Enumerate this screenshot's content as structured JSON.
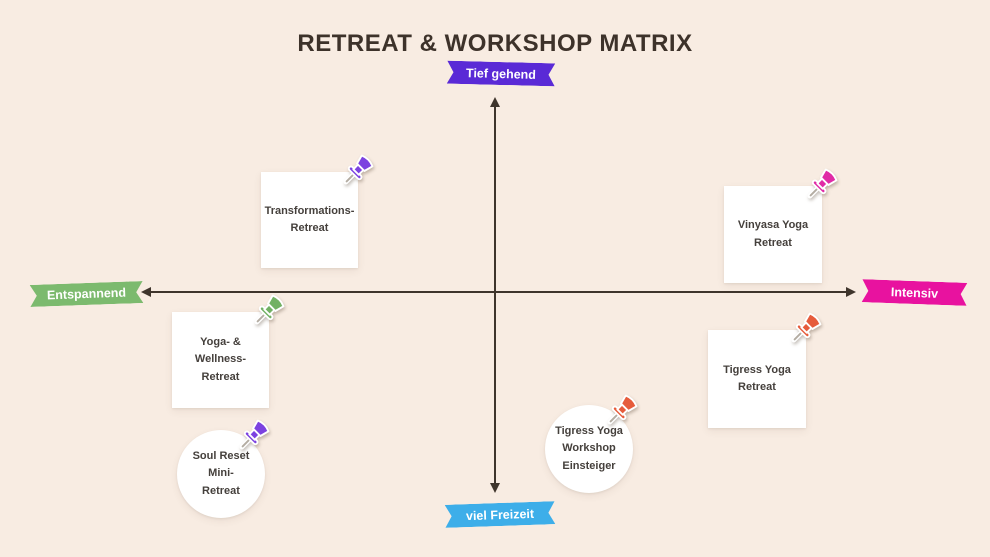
{
  "title": "RETREAT & WORKSHOP MATRIX",
  "background_color": "#f8ece2",
  "axes": {
    "line_color": "#3f352c",
    "top": {
      "label": "Tief gehend",
      "color": "#5a2ad6"
    },
    "right": {
      "label": "Intensiv",
      "color": "#e8129f"
    },
    "bottom": {
      "label": "viel Freizeit",
      "color": "#3daee9"
    },
    "left": {
      "label": "Entspannend",
      "color": "#7cba6e"
    }
  },
  "items": [
    {
      "label": "Transformations-\nRetreat",
      "shape": "square",
      "pin_color": "#7c42e0",
      "quadrant": "tief-gehend / entspannend"
    },
    {
      "label": "Vinyasa Yoga\nRetreat",
      "shape": "square",
      "pin_color": "#e02ba6",
      "quadrant": "tief-gehend / intensiv"
    },
    {
      "label": "Yoga- &\nWellness-\nRetreat",
      "shape": "square",
      "pin_color": "#72b164",
      "quadrant": "viel-freizeit / entspannend"
    },
    {
      "label": "Soul Reset Mini-\nRetreat",
      "shape": "circle",
      "pin_color": "#7c42e0",
      "quadrant": "viel-freizeit / entspannend"
    },
    {
      "label": "Tigress Yoga\nWorkshop\nEinsteiger",
      "shape": "circle",
      "pin_color": "#e65c3c",
      "quadrant": "viel-freizeit / intensiv"
    },
    {
      "label": "Tigress Yoga\nRetreat",
      "shape": "square",
      "pin_color": "#e65c3c",
      "quadrant": "viel-freizeit / intensiv"
    }
  ]
}
